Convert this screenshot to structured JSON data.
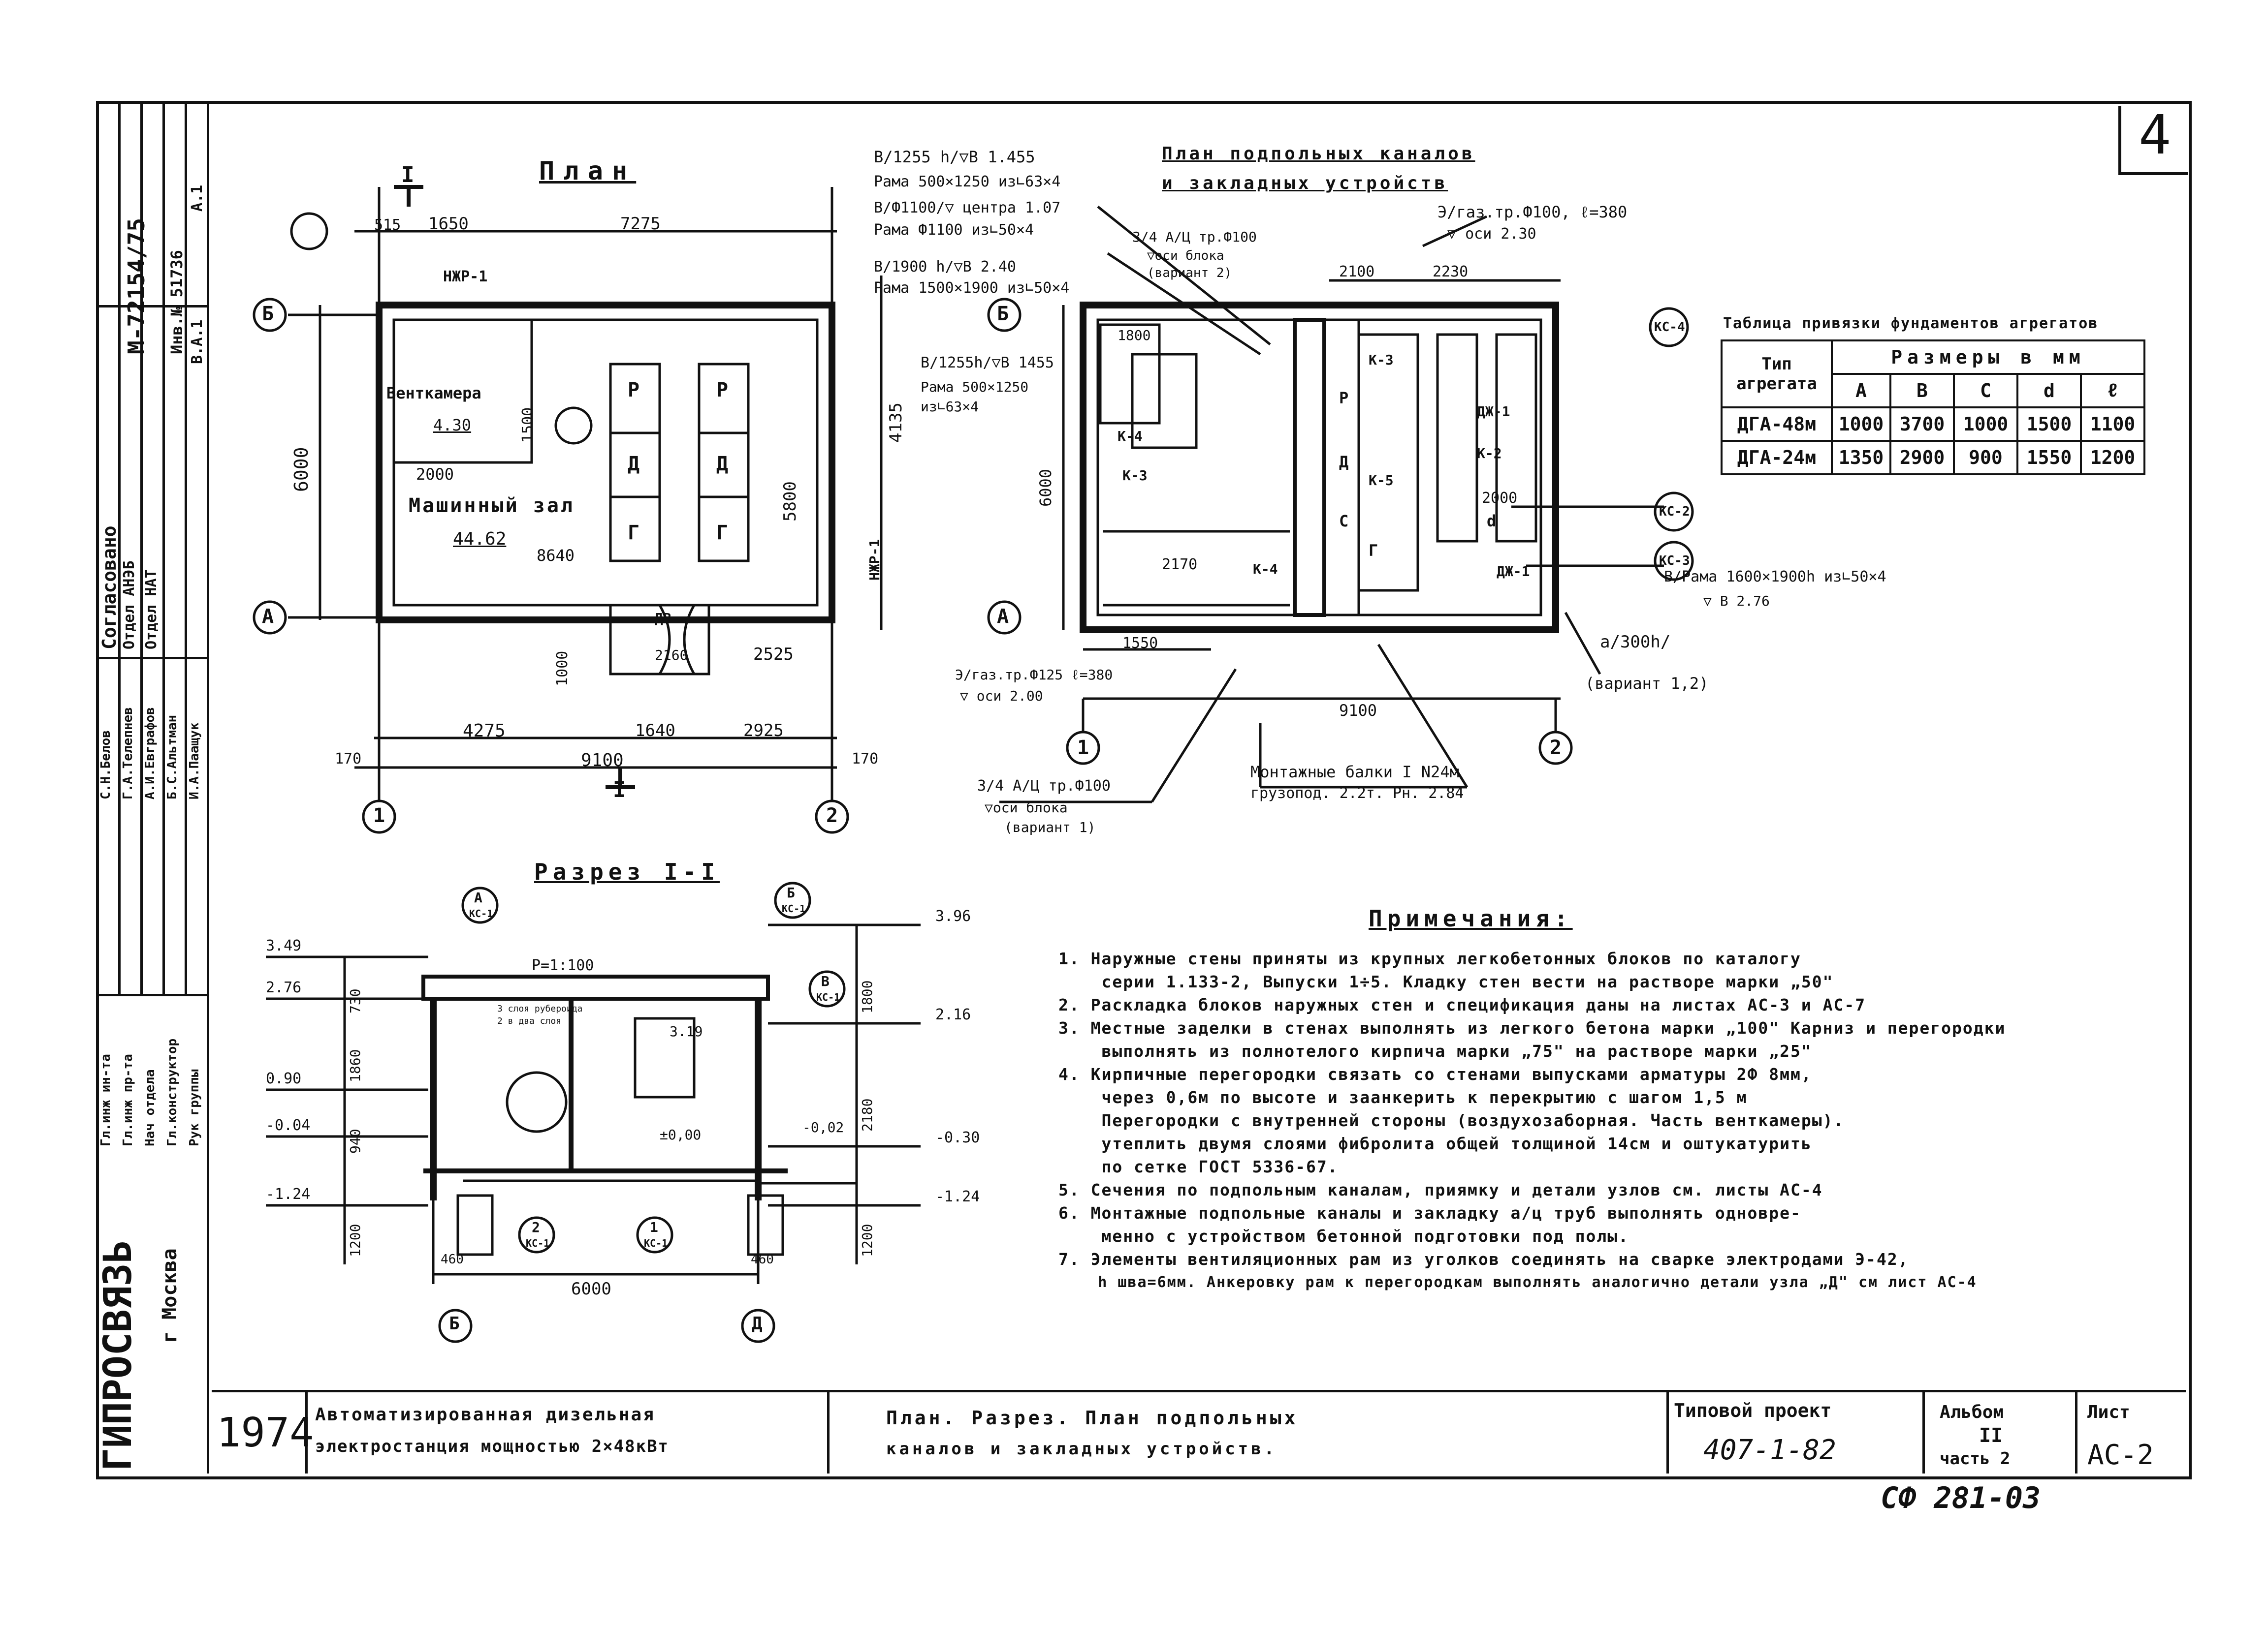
{
  "sheet": {
    "number": "4",
    "code": "СФ 281-03",
    "org": "ГИПРОСВЯЗЬ",
    "city": "г Москва",
    "year": "1974",
    "project_title_1": "Автоматизированная дизельная",
    "project_title_2": "электростанция мощностью 2×48кВт",
    "sheet_title_1": "План. Разрез. План подпольных",
    "sheet_title_2": "каналов и закладных устройств.",
    "type_label": "Типовой проект",
    "type_value": "407-1-82",
    "album_label": "Альбом",
    "album_value": "II",
    "part_value": "часть 2",
    "list_label": "Лист",
    "list_value": "АС-2"
  },
  "side_stamp": {
    "agreed": "Согласовано",
    "dept1": "Отдел АНЭБ",
    "dept2": "Отдел НАТ",
    "inv": "Инв.№ 51736",
    "code": "М-72154/75",
    "a1": "А.1",
    "b1": "В.А.1",
    "roles": [
      "Гл.инж ин-та",
      "Гл.инж пр-та",
      "Нач отдела",
      "Гл.конструктор",
      "Рук группы"
    ],
    "names": [
      "С.Н.Белов",
      "Г.А.Телепнев",
      "А.И.Евграфов",
      "Б.С.Альтман",
      "И.А.Паащук"
    ]
  },
  "plan": {
    "title": "План",
    "room_vent": "Венткамера",
    "room_vent_area": "4.30",
    "room_machine": "Машинный зал",
    "room_machine_area": "44.62",
    "dims_top": [
      "515",
      "1650",
      "7275"
    ],
    "dims_bottom": [
      "4275",
      "1640",
      "2925"
    ],
    "dims_overall": "9100",
    "dims_side": [
      "170",
      "170"
    ],
    "height_left": "6000",
    "height_right": "4135",
    "dim_5800": "5800",
    "dim_8640": "8640",
    "dim_2000": "2000",
    "dim_2525": "2525",
    "dim_2160": "2160",
    "dim_1000": "1000",
    "dim_1500": "1500",
    "wall_label_1": "НЖР-1",
    "wall_label_2": "НЖР-1",
    "door": "ДВ",
    "axis_a": "А",
    "axis_b": "Б",
    "axis_1": "1",
    "axis_2": "2",
    "section_mark": "I",
    "letters": [
      "Р",
      "Р",
      "Д",
      "Д",
      "Г",
      "Г"
    ]
  },
  "channels": {
    "title_1": "План подпольных каналов",
    "title_2": "и закладных устройств",
    "note_1": "В/1255 h/▽В 1.455",
    "note_2": "Рама 500×1250 из∟63×4",
    "note_3": "В/Ф1100/▽ центра 1.07",
    "note_4": "Рама Ф1100 из∟50×4",
    "note_5": "В/1900 h/▽В 2.40",
    "note_6": "Рама 1500×1900 из∟50×4",
    "note_7": "В/1255h/▽В 1455",
    "note_8": "Рама 500×1250",
    "note_9": "из∟63×4",
    "note_10": "3/4 А/Ц тр.Ф100",
    "note_11": "▽оси блока",
    "note_12": "(вариант 2)",
    "note_13": "Э/газ.тр.Ф100, ℓ=380",
    "note_14": "▽ оси 2.30",
    "note_15": "В/Рама 1600×1900h из∟50×4",
    "note_16": "▽ В 2.76",
    "note_17": "а/300h/",
    "note_18": "(вариант 1,2)",
    "note_19": "Монтажные балки I N24м",
    "note_20": "грузопод. 2.2т. Рн. 2.84",
    "note_21": "Э/газ.тр.Ф125 ℓ=380",
    "note_22": "▽ оси 2.00",
    "note_23": "3/4 А/Ц тр.Ф100",
    "note_24": "▽оси блока",
    "note_25": "(вариант 1)",
    "dims": [
      "2100",
      "2230",
      "1550",
      "2170",
      "9100",
      "6000",
      "2000",
      "1800"
    ],
    "blocks": [
      "К-3",
      "К-4",
      "К-3",
      "К-4",
      "К-5",
      "К-2",
      "ДЖ-1",
      "Р",
      "Д",
      "С",
      "Г",
      "d",
      "ДЖ-1"
    ],
    "bubbles": [
      "КС-4",
      "КС-2",
      "КС-3"
    ]
  },
  "foundation_table": {
    "title": "Таблица привязки фундаментов агрегатов",
    "col_type": "Тип агрегата",
    "col_sizes": "Размеры в мм",
    "headers": [
      "А",
      "В",
      "С",
      "d",
      "ℓ"
    ],
    "rows": [
      {
        "type": "ДГА-48м",
        "values": [
          "1000",
          "3700",
          "1000",
          "1500",
          "1100"
        ]
      },
      {
        "type": "ДГА-24м",
        "values": [
          "1350",
          "2900",
          "900",
          "1550",
          "1200"
        ]
      }
    ]
  },
  "section": {
    "title": "Разрез I-I",
    "marks_left": [
      "3.49",
      "2.76",
      "0.90",
      "-0.04",
      "-1.24"
    ],
    "marks_right": [
      "3.96",
      "2.16",
      "-0.30",
      "-1.24"
    ],
    "dims_left": [
      "730",
      "1860",
      "940",
      "1200"
    ],
    "dims_right": [
      "1800",
      "2180",
      "1200"
    ],
    "inner": [
      "Р=1:100",
      "3 слоя рубероида",
      "2 в два слоя",
      "±0,00",
      "-0,02",
      "3.19"
    ],
    "bottom_dim": "6000",
    "axis_b": "Б",
    "axis_d": "Д",
    "dims_bottom": [
      "460",
      "460"
    ],
    "bubbles": [
      "А",
      "КС-1",
      "Б",
      "КС-1",
      "В",
      "КС-1",
      "2",
      "КС-1",
      "1",
      "КС-1"
    ]
  },
  "notes": {
    "title": "Примечания:",
    "items": [
      "1. Наружные стены приняты из крупных легкобетонных блоков по каталогу",
      "    серии 1.133-2, Выпуски 1÷5. Кладку стен вести на растворе марки „50\"",
      "2. Раскладка блоков наружных стен и спецификация даны на листах АС-3 и АС-7",
      "3. Местные заделки в стенах выполнять из легкого бетона марки „100\" Карниз и перегородки",
      "    выполнять из полнотелого кирпича марки „75\" на растворе марки „25\"",
      "4. Кирпичные перегородки связать со стенами выпусками арматуры 2Ф 8мм,",
      "    через 0,6м по высоте и заанкерить к перекрытию с шагом 1,5 м",
      "    Перегородки с внутренней стороны (воздухозаборная. Часть венткамеры).",
      "    утеплить двумя слоями фибролита общей толщиной 14см и оштукатурить",
      "    по сетке ГОСТ 5336-67.",
      "5. Сечения по подпольным каналам, приямку и детали узлов см. листы АС-4",
      "6. Монтажные подпольные каналы и закладку а/ц труб выполнять одновре-",
      "    менно с устройством бетонной подготовки под полы.",
      "7. Элементы вентиляционных рам из уголков соединять на сварке электродами Э-42,",
      "    h шва=6мм. Анкеровку рам к перегородкам выполнять аналогично детали узла „Д\" см лист АС-4"
    ]
  }
}
